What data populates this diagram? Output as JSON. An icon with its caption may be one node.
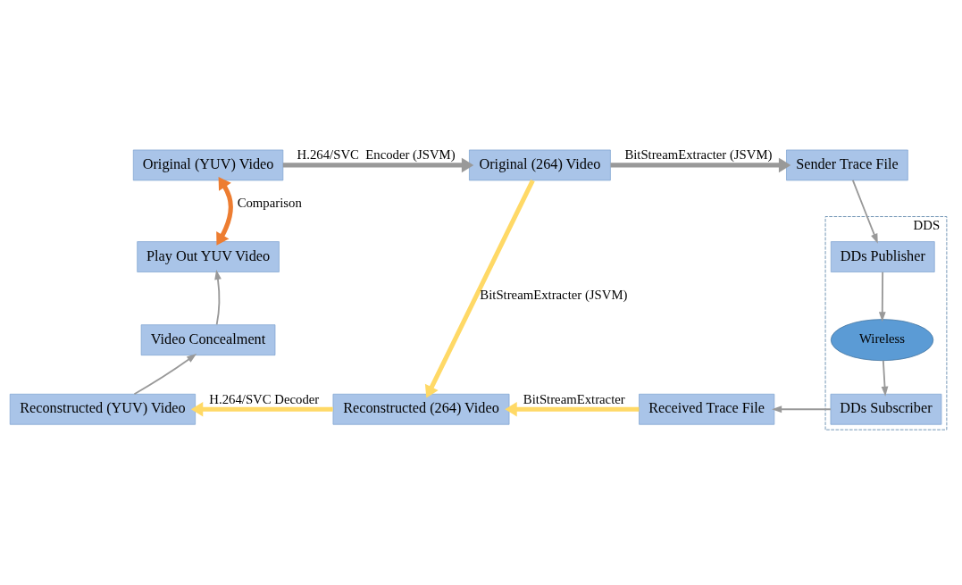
{
  "diagram": {
    "nodes": [
      {
        "text": [
          "Original (YUV) Video"
        ]
      },
      {
        "text": [
          "Original (264) Video"
        ]
      },
      {
        "text": [
          "Sender Trace File"
        ]
      },
      {
        "text": [
          "DDS"
        ]
      },
      {
        "text": [
          "DDs Publisher"
        ],
        "in": 3
      },
      {
        "text": [
          "Wireless"
        ],
        "in": 3
      },
      {
        "text": [
          "DDs Subscriber"
        ],
        "in": 3
      },
      {
        "text": [
          "Received Trace File"
        ]
      },
      {
        "text": [
          "Reconstructed (264) Video"
        ]
      },
      {
        "text": [
          "Reconstructed (YUV) Video"
        ]
      },
      {
        "text": [
          "Video Concealment"
        ]
      },
      {
        "text": [
          "Play Out YUV Video"
        ]
      }
    ],
    "edges": [
      {
        "from": 0,
        "to": 1,
        "arrow": "to",
        "label": "H.264/SVC  Encoder (JSVM)",
        "style": "thick"
      },
      {
        "from": 1,
        "to": 2,
        "arrow": "to",
        "label": "BitStreamExtracter (JSVM)",
        "style": "thick"
      },
      {
        "from": 2,
        "to": 4,
        "arrow": "to"
      },
      {
        "from": 4,
        "to": 5,
        "arrow": "to"
      },
      {
        "from": 5,
        "to": 6,
        "arrow": "to"
      },
      {
        "from": 6,
        "to": 7,
        "arrow": "to"
      },
      {
        "from": 1,
        "to": 8,
        "arrow": "to",
        "label": "BitStreamExtracter (JSVM)",
        "style": "thick",
        "color": "#ffd966"
      },
      {
        "from": 7,
        "to": 8,
        "arrow": "to",
        "label": "BitStreamExtracter",
        "style": "thick",
        "color": "#ffd966"
      },
      {
        "from": 8,
        "to": 9,
        "arrow": "to",
        "label": "H.264/SVC Decoder",
        "style": "thick",
        "color": "#ffd966"
      },
      {
        "from": 9,
        "to": 10,
        "arrow": "to"
      },
      {
        "from": 10,
        "to": 11,
        "arrow": "to"
      },
      {
        "from": 11,
        "to": 0,
        "arrow": "both",
        "label": "Comparison",
        "style": "thick",
        "color": "#ed7d31"
      }
    ]
  }
}
